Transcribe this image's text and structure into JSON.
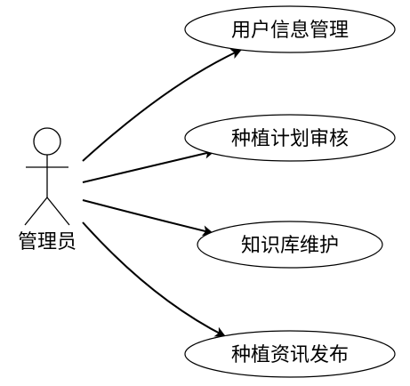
{
  "actor": {
    "label": "管理员"
  },
  "use_cases": [
    {
      "label": "用户信息管理"
    },
    {
      "label": "种植计划审核"
    },
    {
      "label": "知识库维护"
    },
    {
      "label": "种植资讯发布"
    }
  ],
  "colors": {
    "line": "#000000",
    "background": "#ffffff"
  }
}
